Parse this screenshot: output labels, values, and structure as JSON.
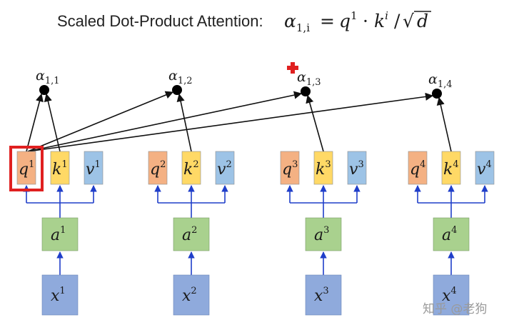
{
  "title": {
    "text": "Scaled Dot-Product Attention:",
    "formula": {
      "lhs_symbol": "α",
      "lhs_sub": "1,i",
      "eq": "=",
      "q": "q",
      "q_sup": "1",
      "dot": "·",
      "k": "k",
      "k_sup": "i",
      "slash": "/",
      "sqrt": "√",
      "d": "d"
    }
  },
  "columns": [
    {
      "q": "q",
      "k": "k",
      "v": "v",
      "a": "a",
      "x": "x",
      "sup": "1",
      "alpha": "α",
      "alpha_sub": "1,1",
      "highlighted": true
    },
    {
      "q": "q",
      "k": "k",
      "v": "v",
      "a": "a",
      "x": "x",
      "sup": "2",
      "alpha": "α",
      "alpha_sub": "1,2",
      "highlighted": false
    },
    {
      "q": "q",
      "k": "k",
      "v": "v",
      "a": "a",
      "x": "x",
      "sup": "3",
      "alpha": "α",
      "alpha_sub": "1,3",
      "highlighted": false
    },
    {
      "q": "q",
      "k": "k",
      "v": "v",
      "a": "a",
      "x": "x",
      "sup": "4",
      "alpha": "α",
      "alpha_sub": "1,4",
      "highlighted": false
    }
  ],
  "watermark": "知乎 @老狗",
  "colors": {
    "q_fill": "#f4b183",
    "k_fill": "#ffd966",
    "v_fill": "#9dc3e6",
    "a_fill": "#a9d18e",
    "x_fill": "#8faadc",
    "blue_arrow": "#1f3ec9",
    "black_arrow": "#111111",
    "highlight": "#e02020",
    "cursor": "#e02020"
  }
}
